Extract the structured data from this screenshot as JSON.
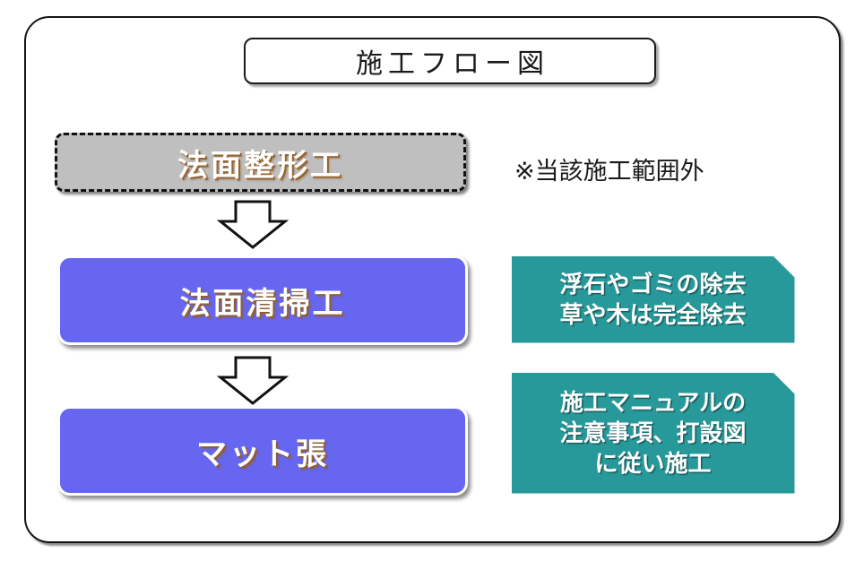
{
  "diagram": {
    "title": "施工フロー図",
    "steps": [
      {
        "id": "slope-shaping",
        "label": "法面整形工",
        "status": "excluded",
        "scope_note": "※当該施工範囲外"
      },
      {
        "id": "slope-cleaning",
        "label": "法面清掃工",
        "status": "active",
        "note_lines": [
          "浮石やゴミの除去",
          "草や木は完全除去"
        ]
      },
      {
        "id": "mat-laying",
        "label": "マット張",
        "status": "active",
        "note_lines": [
          "施工マニュアルの",
          "注意事項、打設図",
          "に従い施工"
        ]
      }
    ],
    "connectors": [
      "down-arrow",
      "down-arrow"
    ]
  },
  "colors": {
    "frame_border": "#141414",
    "step_active_fill": "#6666f0",
    "step_excluded_fill": "#bfbfbf",
    "callout_fill": "#28999a",
    "label_text": "#ffffff",
    "label_shadow": "#925e28",
    "title_text": "#1a1a1a"
  }
}
